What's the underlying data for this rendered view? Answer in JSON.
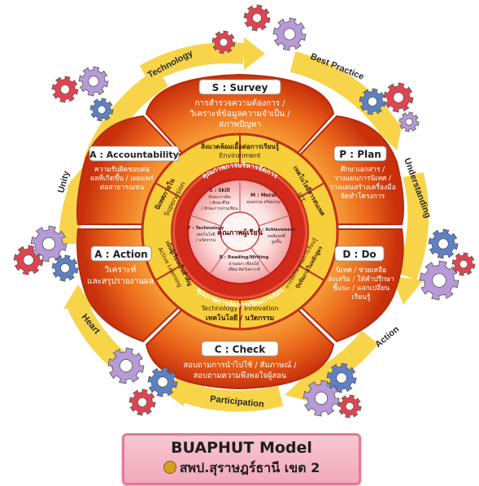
{
  "petals": {
    "survey": {
      "title": "S : Survey",
      "lines": [
        "การสำรวจความต้องการ /",
        "วิเคราะห์ข้อมูลความจำเป็น /",
        "สภาพปัญหา"
      ]
    },
    "plan": {
      "title": "P : Plan",
      "lines": [
        "ศึกษาเอกสาร /",
        "วางแผนการนิเทศ /",
        "วางแผนสร้างเครื่องมือ",
        "จัดทำโครงการ"
      ]
    },
    "do": {
      "title": "D : Do",
      "lines": [
        "นิเทศ / ช่วยเหลือ",
        "ส่งเสริม / ให้คำปรึกษา",
        "ชี้แนะ / แลกเปลี่ยน",
        "เรียนรู้"
      ]
    },
    "check": {
      "title": "C : Check",
      "lines": [
        "สอบถามการนำไปใช้ / สัมภาษณ์ /",
        "สอบถามความพึงพอใจผู้สอน"
      ]
    },
    "action": {
      "title": "A : Action",
      "lines": [
        "วิเคราะห์",
        "และสรุปรายงานผล"
      ]
    },
    "accountability": {
      "title": "A : Accountability",
      "lines": [
        "ความรับผิดชอบต่อ",
        "ผลที่เกิดขึ้น / เผยแพร่",
        "ต่อสาธารณชน"
      ]
    }
  },
  "middle_ring": {
    "environment": [
      "สิ่งแวดล้อมเอื้อต่อการเรียนรู้",
      "Environment"
    ],
    "ict": [
      "เทคโนโลยีสารสนเทศ",
      "ICT"
    ],
    "do_side": [
      "ปัจจัยภายในหลักสูตร",
      "การจัดกิจกรรมการเรียนรู้"
    ],
    "technology": [
      "Technology / Innovation",
      "เทคโนโลยี / นวัตกรรม"
    ],
    "active": [
      "Active Learning",
      "เน้นผู้เรียนเป็นสำคัญ"
    ],
    "supervision": [
      "นิเทศภายใน",
      "Supervision"
    ]
  },
  "inner_ring": {
    "top": "คุณภาพการบริหารจัดการ",
    "bottom": "คุณภาพการจัดการเรียนการสอน",
    "center": "คุณภาพผู้เรียน",
    "segments": {
      "skill": {
        "title": "S : Skill",
        "lines": [
          "ทักษะการคิด",
          "/ ทักษะชีวิต",
          "/ ทักษะการอ่านเขียน"
        ]
      },
      "moral": {
        "title": "M : Moral",
        "lines": [
          "คุณธรรม จริยธรรม"
        ]
      },
      "achievement": {
        "title": "A : Achievement",
        "lines": [
          "ผลสัมฤทธิ์",
          "สูงขึ้น"
        ]
      },
      "reading": {
        "title": "R : Reading/Writing",
        "lines": [
          "อ่านออก เขียนได้",
          "เขียน คิดวิเคราะห์"
        ]
      },
      "technology": {
        "title": "T : Technology",
        "lines": [
          "เทคโนโลยี",
          "/ นวัตกรรม"
        ]
      }
    }
  },
  "arrows": {
    "technology": "Technology",
    "best_practice": "Best Practice",
    "understanding": "Understanding",
    "action": "Action",
    "participation": "Participation",
    "heart": "Heart",
    "unity": "Unity"
  },
  "banner": {
    "title": "BUAPHUT Model",
    "subtitle": "สพป.สุราษฎร์ธานี เขต 2"
  },
  "colors": {
    "petal_outer": "#d93a10",
    "petal_inner": "#f5a030",
    "ring_yellow": "#f6cf3a",
    "ring_red": "#d12a1a",
    "inner_pink": "#f5b8b8",
    "arrow_yellow": "#f7d44a",
    "gear_red": "#e2434f",
    "gear_purple": "#b79ad8",
    "gear_blue": "#5e80c4",
    "banner_pink": "#f4b3c3"
  }
}
